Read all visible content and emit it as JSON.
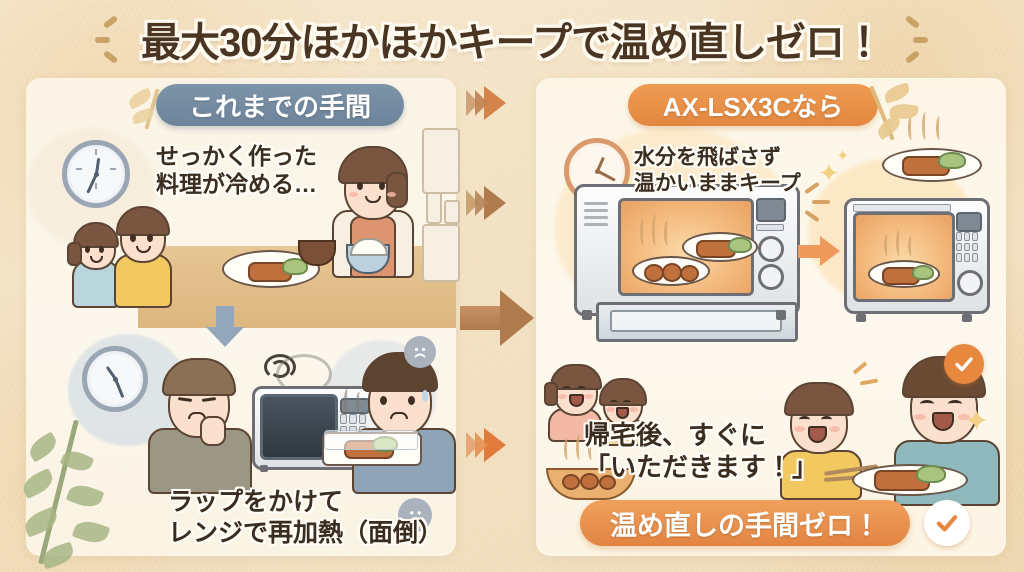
{
  "meta": {
    "headline": "最大30分ほかほかキープで温め直しゼロ！",
    "background_color": "#f3e2c4",
    "accent_orange": "#e2873f",
    "accent_slate": "#6d849b",
    "text_color": "#3b2d1f"
  },
  "left_panel": {
    "header_label": "これまでの手間",
    "header_color": "#6d849b",
    "top_caption": "せっかく作った\n料理が冷める…",
    "bottom_caption": "ラップをかけて\nレンジで再加熱（面倒）",
    "scene_top": {
      "clock_icon": "wall-clock-icon",
      "characters": [
        "girl-child",
        "boy-child",
        "mother-in-apron"
      ],
      "objects": [
        "plate-of-food",
        "soup-bowl",
        "rice-bowl",
        "kitchen-cabinets",
        "bottle",
        "jar"
      ]
    },
    "scene_bottom": {
      "clock_icon": "wall-clock-icon",
      "characters": [
        "worried-man",
        "sad-man"
      ],
      "objects": [
        "microwave-oven",
        "wrapped-plate",
        "steam",
        "down-arrow"
      ],
      "emoji_badges": [
        "sad-face",
        "sad-face"
      ]
    }
  },
  "right_panel": {
    "header_label": "AX-LSX3Cなら",
    "header_color": "#e2873f",
    "top_caption": "水分を飛ばさず\n温かいままキープ",
    "bottom_caption": "帰宅後、すぐに\n「いただきます！」",
    "banner_label": "温め直しの手間ゼロ！",
    "scene_top": {
      "clock_icon": "wall-clock-icon",
      "objects": [
        "open-oven-with-food",
        "closed-oven-with-food",
        "plate-of-food",
        "steam",
        "sparkle"
      ]
    },
    "scene_bottom": {
      "characters": [
        "smiling-mother",
        "smiling-girl",
        "smiling-boy",
        "smiling-father"
      ],
      "objects": [
        "plate-of-food",
        "steaming-dish",
        "chopsticks",
        "sparkle"
      ],
      "badges": [
        "check-mark",
        "check-mark"
      ]
    }
  },
  "arrows": [
    {
      "name": "chevron-arrow-top",
      "style": "chevron",
      "color": "#d4834a"
    },
    {
      "name": "chevron-arrow-upper-mid",
      "style": "chevron",
      "color": "#b07b4c"
    },
    {
      "name": "solid-arrow-mid",
      "style": "solid",
      "color": "#b07b4c"
    },
    {
      "name": "chevron-arrow-bottom",
      "style": "chevron",
      "color": "#e07b3c"
    }
  ],
  "decorations": {
    "headline_sparks_left": "spark-lines",
    "headline_sparks_right": "spark-lines",
    "leaf_sprig_bottom_left": "olive-leaf-sprig",
    "leaf_sprig_top_right": "gold-leaf-sprig",
    "leaf_sprig_header_right": "gold-leaf-sprig"
  }
}
